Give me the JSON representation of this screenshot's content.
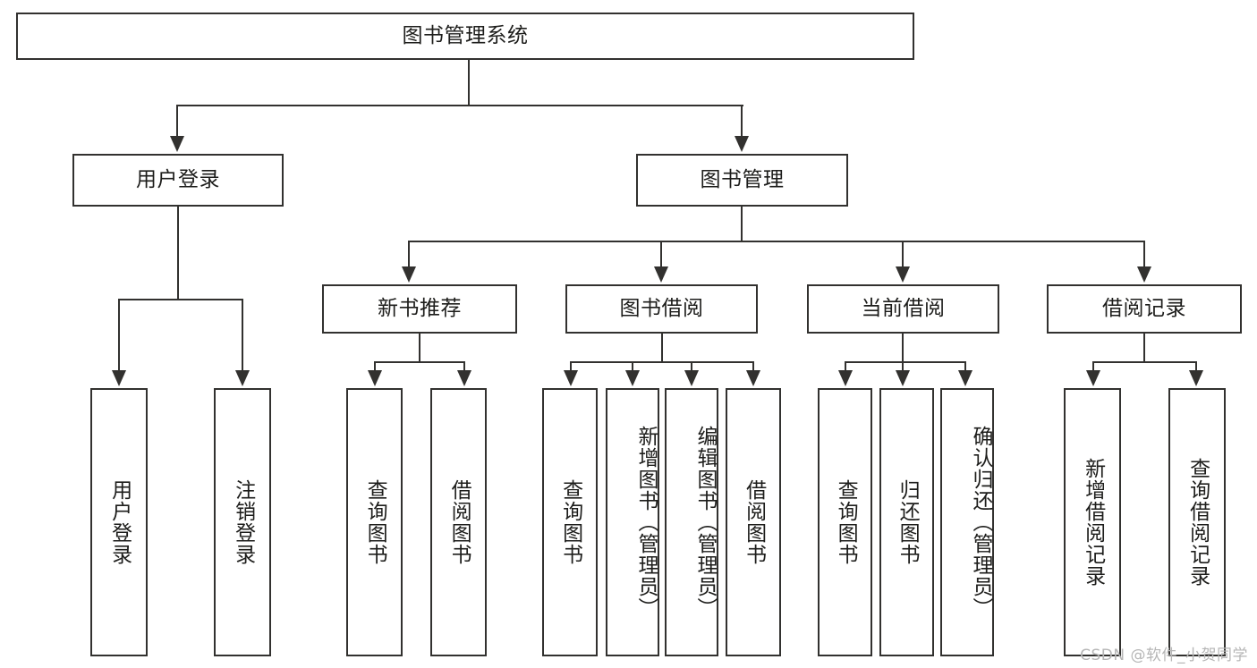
{
  "diagram": {
    "title": "图书管理系统",
    "type": "tree-hierarchy-chart",
    "root": {
      "label": "图书管理系统"
    },
    "level2": [
      {
        "label": "用户登录"
      },
      {
        "label": "图书管理"
      }
    ],
    "level3": [
      {
        "label": "新书推荐"
      },
      {
        "label": "图书借阅"
      },
      {
        "label": "当前借阅"
      },
      {
        "label": "借阅记录"
      }
    ],
    "leaves": {
      "user_login": [
        {
          "label": "用户登录"
        },
        {
          "label": "注销登录"
        }
      ],
      "new_book_recommend": [
        {
          "label": "查询图书"
        },
        {
          "label": "借阅图书"
        }
      ],
      "book_borrow": [
        {
          "label": "查询图书"
        },
        {
          "label": "新增图书（管理员）"
        },
        {
          "label": "编辑图书（管理员）"
        },
        {
          "label": "借阅图书"
        }
      ],
      "current_borrow": [
        {
          "label": "查询图书"
        },
        {
          "label": "归还图书"
        },
        {
          "label": "确认归还（管理员）"
        }
      ],
      "borrow_record": [
        {
          "label": "新增借阅记录"
        },
        {
          "label": "查询借阅记录"
        }
      ]
    }
  },
  "watermark": {
    "text": "CSDN @软件_小贺同学"
  },
  "colors": {
    "stroke": "#32312f",
    "text": "#1d1d1b",
    "background": "#ffffff",
    "watermark": "#b6b6b6"
  }
}
